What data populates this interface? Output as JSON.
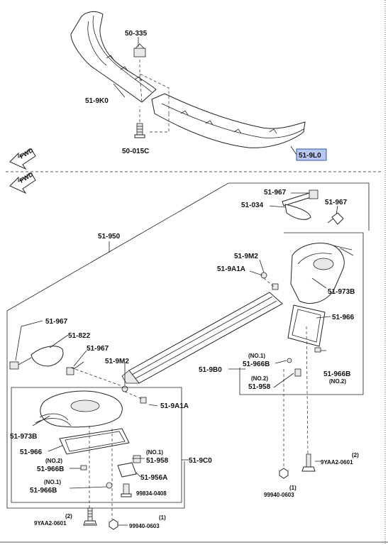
{
  "parts": {
    "p50_335": "50-335",
    "p51_9k0": "51-9K0",
    "p50_015c": "50-015C",
    "p51_9l0": "51-9L0",
    "p51_967_a": "51-967",
    "p51_034": "51-034",
    "p51_967_b": "51-967",
    "p51_950": "51-950",
    "p51_9m2_a": "51-9M2",
    "p51_9a1a_a": "51-9A1A",
    "p51_973b_a": "51-973B",
    "p51_966_a": "51-966",
    "p51_967_c": "51-967",
    "p51_822": "51-822",
    "p51_967_d": "51-967",
    "p51_9m2_b": "51-9M2",
    "p51_9b0": "51-9B0",
    "p51_966b_a": "51-966B",
    "p51_966b_a_note": "(NO.1)",
    "p51_966b_b": "51-966B",
    "p51_966b_b_note": "(NO.2)",
    "p51_958_a": "51-958",
    "p51_958_a_note": "(NO.2)",
    "p51_9a1a_b": "51-9A1A",
    "p51_973b_b": "51-973B",
    "p51_966_b": "51-966",
    "p51_966b_c": "51-966B",
    "p51_966b_c_note": "(NO.2)",
    "p51_958_b": "51-958",
    "p51_958_b_note": "(NO.1)",
    "p51_9c0": "51-9C0",
    "p51_956a": "51-956A",
    "p51_966b_d": "51-966B",
    "p51_966b_d_note": "(NO.1)",
    "p99834": "99834-0408",
    "p9yaa2_a": "9YAA2-0601",
    "p9yaa2_a_note": "(2)",
    "p99940_a": "99940-0603",
    "p99940_a_note": "(1)",
    "p9yaa2_b": "9YAA2-0601",
    "p9yaa2_b_note": "(2)",
    "p99940_b": "99940-0603",
    "p99940_b_note": "(1)"
  },
  "fwd_label": "FWD",
  "highlight_color": "#b8c8f0"
}
